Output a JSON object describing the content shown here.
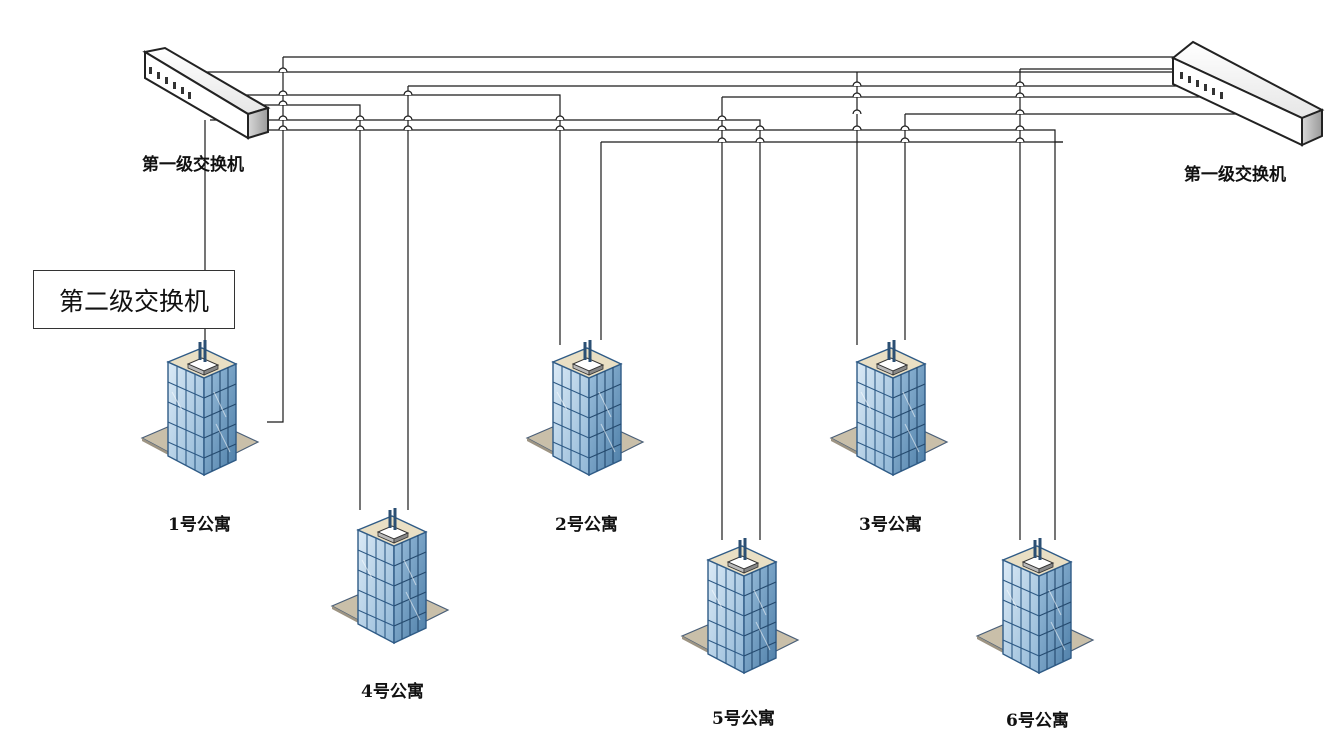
{
  "switches": {
    "left_label": "第一级交换机",
    "right_label": "第一级交换机",
    "second_level_label": "第二级交换机"
  },
  "buildings": [
    {
      "id": "b1",
      "label": "1号公寓"
    },
    {
      "id": "b2",
      "label": "2号公寓"
    },
    {
      "id": "b3",
      "label": "3号公寓"
    },
    {
      "id": "b4",
      "label": "4号公寓"
    },
    {
      "id": "b5",
      "label": "5号公寓"
    },
    {
      "id": "b6",
      "label": "6号公寓"
    }
  ],
  "colors": {
    "line": "#1a1a1a",
    "glass_light": "#bcd8ec",
    "glass_dark": "#5f8fb8",
    "frame": "#2f5b86",
    "roof": "#e8dcc0",
    "base": "#c4bba7"
  }
}
